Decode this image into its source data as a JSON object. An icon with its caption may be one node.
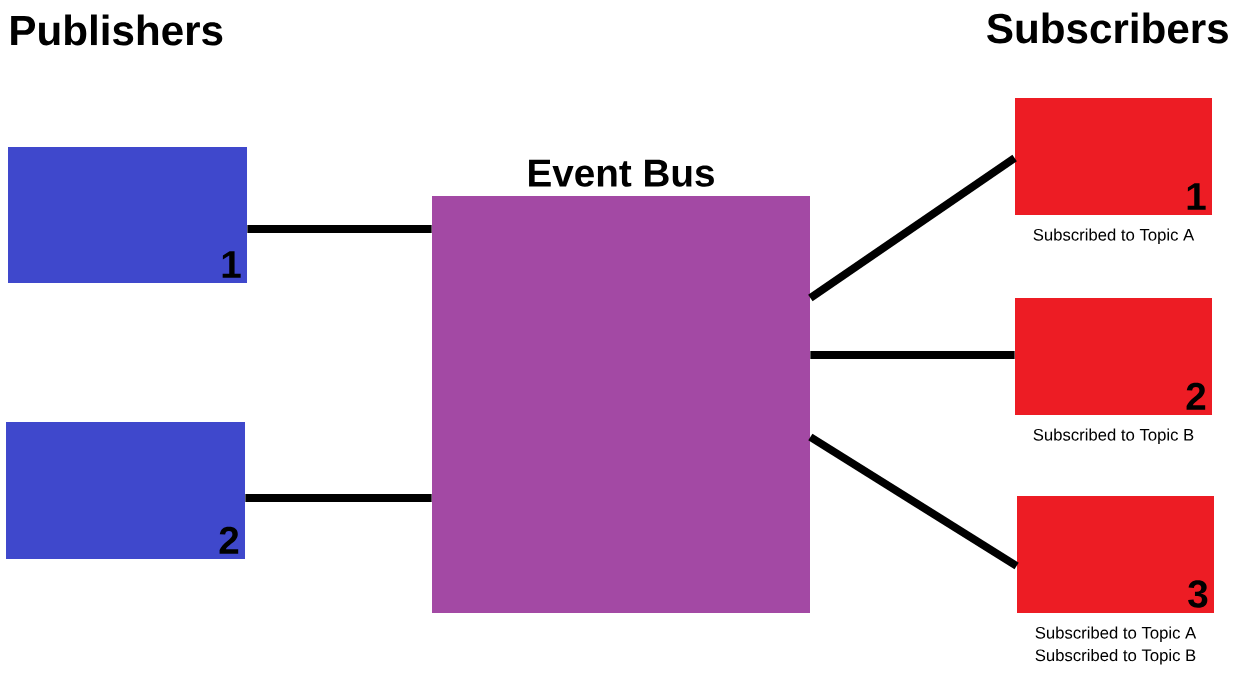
{
  "diagram": {
    "nodes": [
      {
        "text": [
          "1"
        ]
      },
      {
        "text": [
          "2"
        ]
      },
      {
        "text": [
          "Event Bus"
        ]
      },
      {
        "text": [
          "1"
        ],
        "beside": [
          "Subscribed to Topic A"
        ]
      },
      {
        "text": [
          "2"
        ],
        "beside": [
          "Subscribed to Topic B"
        ]
      },
      {
        "text": [
          "3"
        ],
        "beside": [
          "Subscribed to Topic A",
          "Subscribed to Topic B"
        ]
      }
    ],
    "edges": [
      {
        "from": 0,
        "to": 2,
        "arrow": "none"
      },
      {
        "from": 1,
        "to": 2,
        "arrow": "none"
      },
      {
        "from": 2,
        "to": 3,
        "arrow": "none"
      },
      {
        "from": 2,
        "to": 4,
        "arrow": "none"
      },
      {
        "from": 2,
        "to": 5,
        "arrow": "none"
      }
    ],
    "labels": [
      "Publishers",
      "Subscribers"
    ]
  }
}
